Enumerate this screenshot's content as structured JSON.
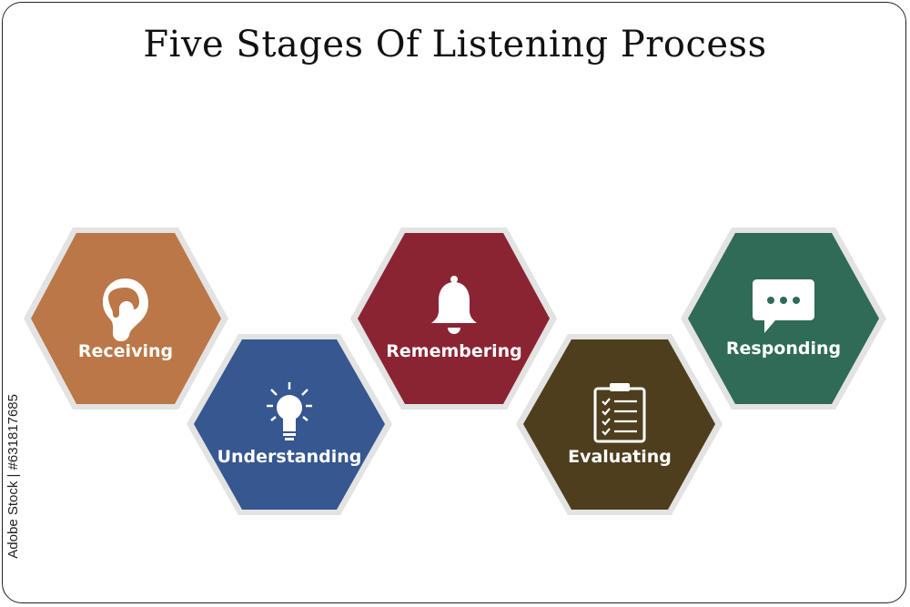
{
  "title": "Five Stages Of Listening Process",
  "stages": [
    {
      "label": "Receiving",
      "color": "#BB7747",
      "icon": "ear-icon"
    },
    {
      "label": "Understanding",
      "color": "#36578F",
      "icon": "lightbulb-icon"
    },
    {
      "label": "Remembering",
      "color": "#8B2432",
      "icon": "bell-icon"
    },
    {
      "label": "Evaluating",
      "color": "#4E3E1E",
      "icon": "clipboard-checklist-icon"
    },
    {
      "label": "Responding",
      "color": "#2F6B57",
      "icon": "chat-bubble-icon"
    }
  ],
  "credit": "Adobe Stock | #631817685"
}
